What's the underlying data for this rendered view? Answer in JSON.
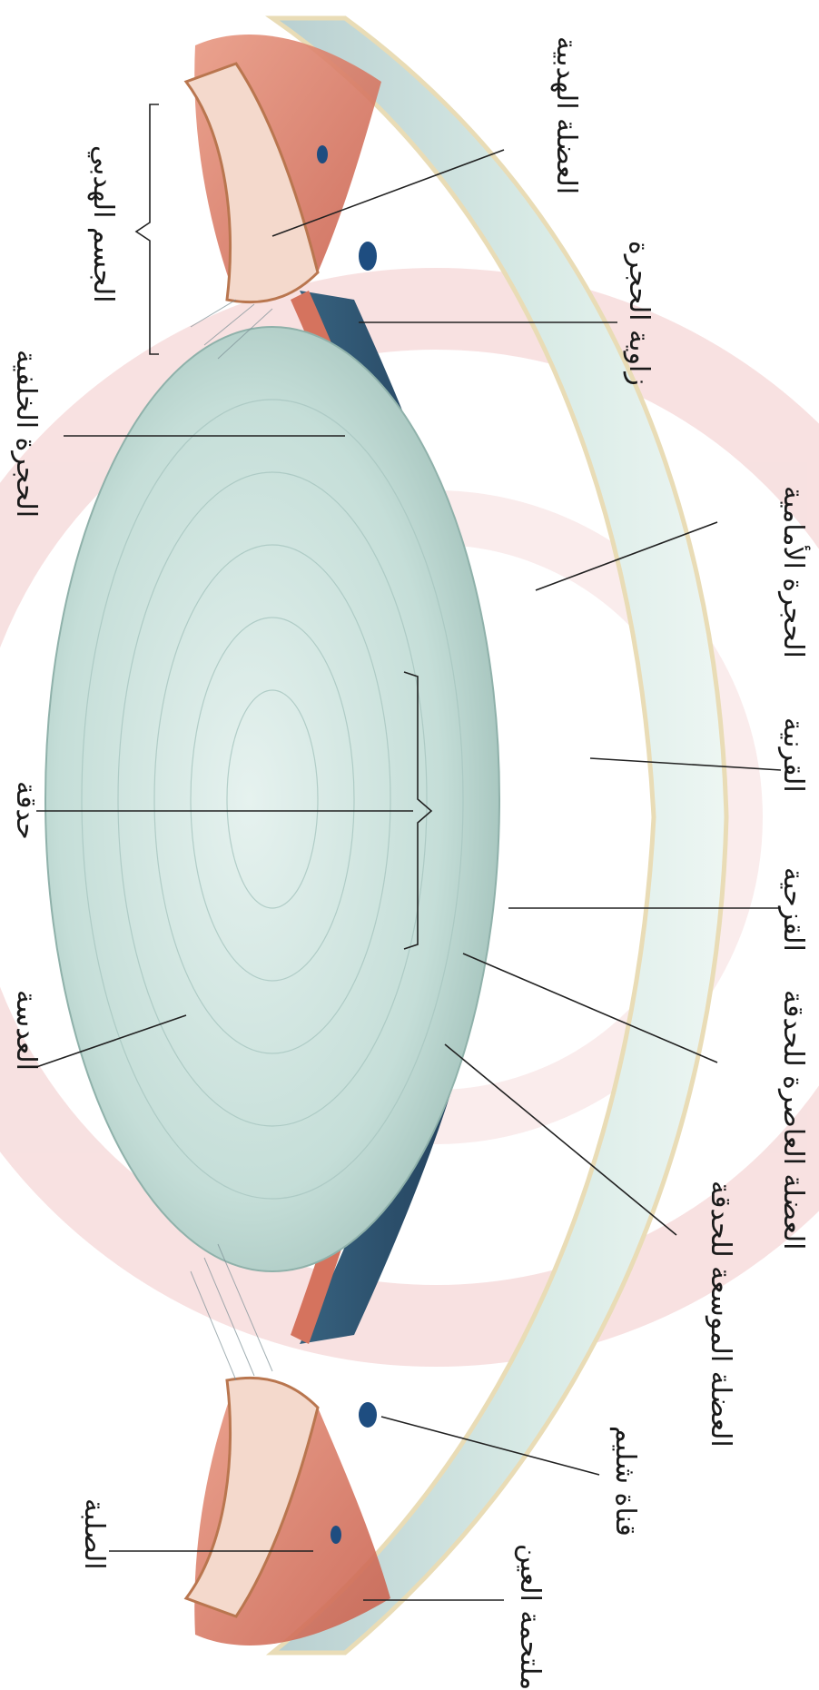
{
  "colors": {
    "watermark": "#f2c9c9",
    "cornea": "#d4e9e2",
    "lens": "#c4dfd9",
    "iris": "#2f4f6d",
    "muscle": "#d77b66",
    "sclera_edge": "#efe4c8",
    "label": "#1a1a1a"
  },
  "labels": {
    "ciliary_muscle": "العضلة الهدبية",
    "ciliary_body": "الجسم الهدبي",
    "iridocorneal_angle": "زاوية الحجرة",
    "posterior_chamber": "الحجرة الخلفية",
    "anterior_chamber": "الحجرة الأمامية",
    "cornea": "القرنية",
    "pupil": "حدقة",
    "iris": "القزحية",
    "lens": "العدسة",
    "sphincter_muscle": "العضلة العاصرة للحدقة",
    "dilator_muscle": "العضلة الموسعة للحدقة",
    "schlemm_canal": "قناة شليم",
    "sclera": "الصلبة",
    "conjunctiva": "ملتحمة العين"
  }
}
